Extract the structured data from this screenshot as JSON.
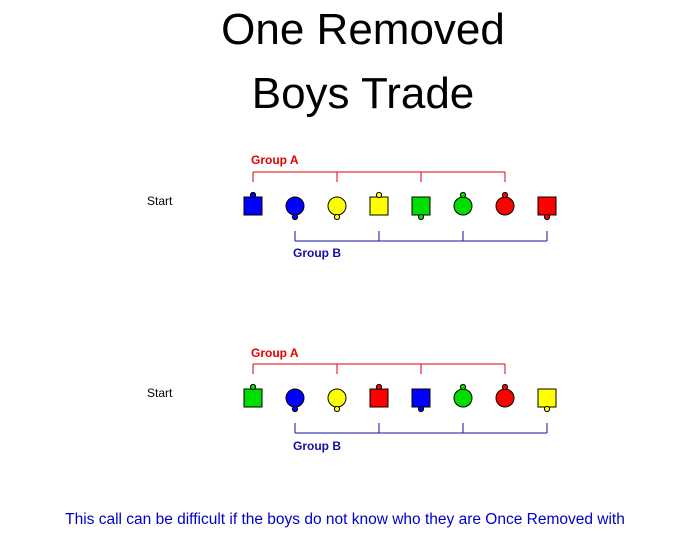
{
  "title": {
    "line1": "One Removed",
    "line2": "Boys Trade"
  },
  "colors": {
    "blue": "#0000ff",
    "yellow": "#ffff00",
    "green": "#00dd00",
    "red": "#ff0000",
    "group_a": "#e00000",
    "group_b": "#1010a0",
    "footer": "#0000cc"
  },
  "formations": [
    {
      "start_label": "Start",
      "group_a_label": "Group A",
      "group_b_label": "Group B",
      "dancers": [
        {
          "shape": "square",
          "color": "blue",
          "nose": "up"
        },
        {
          "shape": "circle",
          "color": "blue",
          "nose": "down"
        },
        {
          "shape": "circle",
          "color": "yellow",
          "nose": "down"
        },
        {
          "shape": "square",
          "color": "yellow",
          "nose": "up"
        },
        {
          "shape": "square",
          "color": "green",
          "nose": "down"
        },
        {
          "shape": "circle",
          "color": "green",
          "nose": "up"
        },
        {
          "shape": "circle",
          "color": "red",
          "nose": "up"
        },
        {
          "shape": "square",
          "color": "red",
          "nose": "down"
        }
      ]
    },
    {
      "start_label": "Start",
      "group_a_label": "Group A",
      "group_b_label": "Group B",
      "dancers": [
        {
          "shape": "square",
          "color": "green",
          "nose": "up"
        },
        {
          "shape": "circle",
          "color": "blue",
          "nose": "down"
        },
        {
          "shape": "circle",
          "color": "yellow",
          "nose": "down"
        },
        {
          "shape": "square",
          "color": "red",
          "nose": "up"
        },
        {
          "shape": "square",
          "color": "blue",
          "nose": "down"
        },
        {
          "shape": "circle",
          "color": "green",
          "nose": "up"
        },
        {
          "shape": "circle",
          "color": "red",
          "nose": "up"
        },
        {
          "shape": "square",
          "color": "yellow",
          "nose": "down"
        }
      ]
    }
  ],
  "footer": "This call can be difficult if the boys do not know who they are Once Removed with"
}
